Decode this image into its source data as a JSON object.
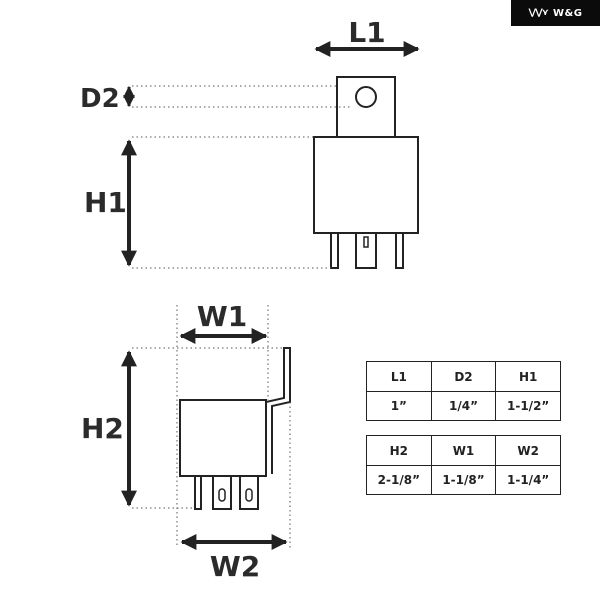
{
  "brand": {
    "logo_text": "W&G",
    "logo_mark": "⋁⋁⋎"
  },
  "labels": {
    "l1": "L1",
    "d2": "D2",
    "h1": "H1",
    "w1": "W1",
    "h2": "H2",
    "w2": "W2"
  },
  "tables": [
    {
      "headers": [
        "L1",
        "D2",
        "H1"
      ],
      "values": [
        "1”",
        "1/4”",
        "1-1/2”"
      ]
    },
    {
      "headers": [
        "H2",
        "W1",
        "W2"
      ],
      "values": [
        "2-1/8”",
        "1-1/8”",
        "1-1/4”"
      ]
    }
  ]
}
